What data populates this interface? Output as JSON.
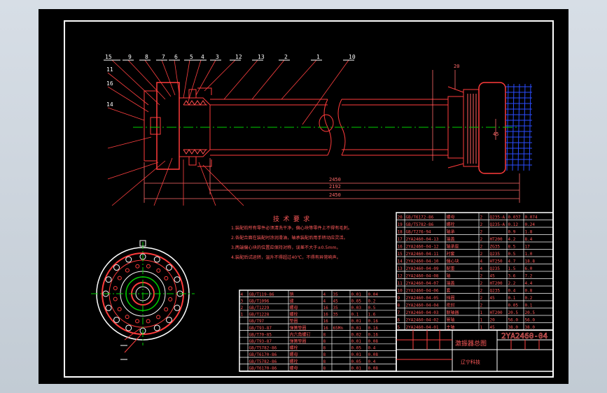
{
  "drawing": {
    "number": "2YA2460-04",
    "title": "激振器总图",
    "note_title": "技 术 要 求",
    "owner": "辽宁科技",
    "colors": {
      "background": "#000000",
      "frame": "#ffffff",
      "lines": "#ff3b3b",
      "centerline": "#00d000",
      "dimension": "#ff6a6a",
      "hatch": "#2040ff"
    }
  },
  "balloons": [
    "15",
    "9",
    "8",
    "7",
    "6",
    "5",
    "4",
    "3",
    "12",
    "13",
    "2",
    "1",
    "10",
    "11",
    "16",
    "14"
  ],
  "dimensions": {
    "total_length": "2450",
    "shaft_length": "2192",
    "diameter": "45",
    "small": "20"
  },
  "parts_right": [
    {
      "no": "20",
      "code": "GB/T6172-86",
      "name": "螺母",
      "qty": "2",
      "mat": "Q235-A",
      "w1": "0.037",
      "w2": "0.074"
    },
    {
      "no": "19",
      "code": "GB/T5782-86",
      "name": "螺栓",
      "qty": "2",
      "mat": "Q235-A",
      "w1": "0.12",
      "w2": "0.24"
    },
    {
      "no": "18",
      "code": "GB/T276-94",
      "name": "轴承",
      "qty": "2",
      "mat": "",
      "w1": "0.9",
      "w2": "1.8"
    },
    {
      "no": "17",
      "code": "2YA2460-04-13",
      "name": "端盖",
      "qty": "2",
      "mat": "HT200",
      "w1": "4.2",
      "w2": "8.4"
    },
    {
      "no": "16",
      "code": "2YA2460-04-12",
      "name": "轴承座",
      "qty": "2",
      "mat": "ZG35",
      "w1": "8.5",
      "w2": "17"
    },
    {
      "no": "15",
      "code": "2YA2460-04-11",
      "name": "衬套",
      "qty": "2",
      "mat": "Q235",
      "w1": "0.5",
      "w2": "1.0"
    },
    {
      "no": "14",
      "code": "2YA2460-04-10",
      "name": "偏心块",
      "qty": "4",
      "mat": "HT250",
      "w1": "4.7",
      "w2": "18.8"
    },
    {
      "no": "13",
      "code": "2YA2460-04-09",
      "name": "配重",
      "qty": "4",
      "mat": "Q235",
      "w1": "1.5",
      "w2": "6.0"
    },
    {
      "no": "12",
      "code": "2YA2460-04-08",
      "name": "轴",
      "qty": "2",
      "mat": "45",
      "w1": "3.6",
      "w2": "7.2"
    },
    {
      "no": "11",
      "code": "2YA2460-04-07",
      "name": "端盖",
      "qty": "2",
      "mat": "HT200",
      "w1": "2.2",
      "w2": "4.4"
    },
    {
      "no": "10",
      "code": "2YA2460-04-06",
      "name": "套",
      "qty": "2",
      "mat": "Q235",
      "w1": "0.4",
      "w2": "0.8"
    },
    {
      "no": "9",
      "code": "2YA2460-04-05",
      "name": "挡圈",
      "qty": "2",
      "mat": "45",
      "w1": "0.1",
      "w2": "0.2"
    },
    {
      "no": "8",
      "code": "2YA2460-04-04",
      "name": "密封",
      "qty": "2",
      "mat": "",
      "w1": "0.05",
      "w2": "0.1"
    },
    {
      "no": "7",
      "code": "2YA2460-04-03",
      "name": "联轴器",
      "qty": "1",
      "mat": "HT200",
      "w1": "20.5",
      "w2": "20.5"
    },
    {
      "no": "6",
      "code": "2YA2460-04-02",
      "name": "管轴",
      "qty": "1",
      "mat": "20",
      "w1": "56.0",
      "w2": "56.0"
    },
    {
      "no": "5",
      "code": "2YA2460-04-01",
      "name": "主轴",
      "qty": "1",
      "mat": "45",
      "w1": "38.0",
      "w2": "38.0"
    }
  ],
  "parts_left": [
    {
      "no": "4",
      "code": "GB/T119-86",
      "name": "销",
      "qty": "4",
      "mat": "35",
      "w1": "0.01",
      "w2": "0.04"
    },
    {
      "no": "3",
      "code": "GB/T1096",
      "name": "键",
      "qty": "4",
      "mat": "45",
      "w1": "0.05",
      "w2": "0.2"
    },
    {
      "no": "2",
      "code": "GB/T1229",
      "name": "螺母",
      "qty": "16",
      "mat": "35",
      "w1": "0.03",
      "w2": "0.5"
    },
    {
      "no": "1",
      "code": "GB/T1228",
      "name": "螺栓",
      "qty": "16",
      "mat": "35",
      "w1": "0.1",
      "w2": "1.6"
    },
    {
      "no": "",
      "code": "GB/T97",
      "name": "垫圈",
      "qty": "16",
      "mat": "",
      "w1": "0.01",
      "w2": "0.16"
    },
    {
      "no": "",
      "code": "GB/T93-87",
      "name": "弹簧垫圈",
      "qty": "16",
      "mat": "65Mn",
      "w1": "0.01",
      "w2": "0.16"
    },
    {
      "no": "",
      "code": "GB/T70-85",
      "name": "内六角螺钉",
      "qty": "8",
      "mat": "",
      "w1": "0.02",
      "w2": "0.16"
    },
    {
      "no": "",
      "code": "GB/T93-87",
      "name": "弹簧垫圈",
      "qty": "8",
      "mat": "",
      "w1": "0.01",
      "w2": "0.08"
    },
    {
      "no": "",
      "code": "GB/T5782-86",
      "name": "螺栓",
      "qty": "8",
      "mat": "",
      "w1": "0.05",
      "w2": "0.4"
    },
    {
      "no": "",
      "code": "GB/T6170-86",
      "name": "螺母",
      "qty": "8",
      "mat": "",
      "w1": "0.01",
      "w2": "0.08"
    },
    {
      "no": "",
      "code": "GB/T5782-86",
      "name": "螺栓",
      "qty": "8",
      "mat": "",
      "w1": "0.05",
      "w2": "0.4"
    },
    {
      "no": "",
      "code": "GB/T6170-86",
      "name": "螺母",
      "qty": "8",
      "mat": "",
      "w1": "0.01",
      "w2": "0.08"
    }
  ],
  "notes": [
    "1.装配前所有零件必须清洗干净，偏心块等零件上不得有毛刺。",
    "2.各配合面在装配时涂润滑油，轴承装配后用手转动应灵活。",
    "3.两端偏心块的位置应保持对称，误差不大于±0.5mm。",
    "4.装配后试运转，温升不得超过40℃，不得有异常响声。"
  ]
}
